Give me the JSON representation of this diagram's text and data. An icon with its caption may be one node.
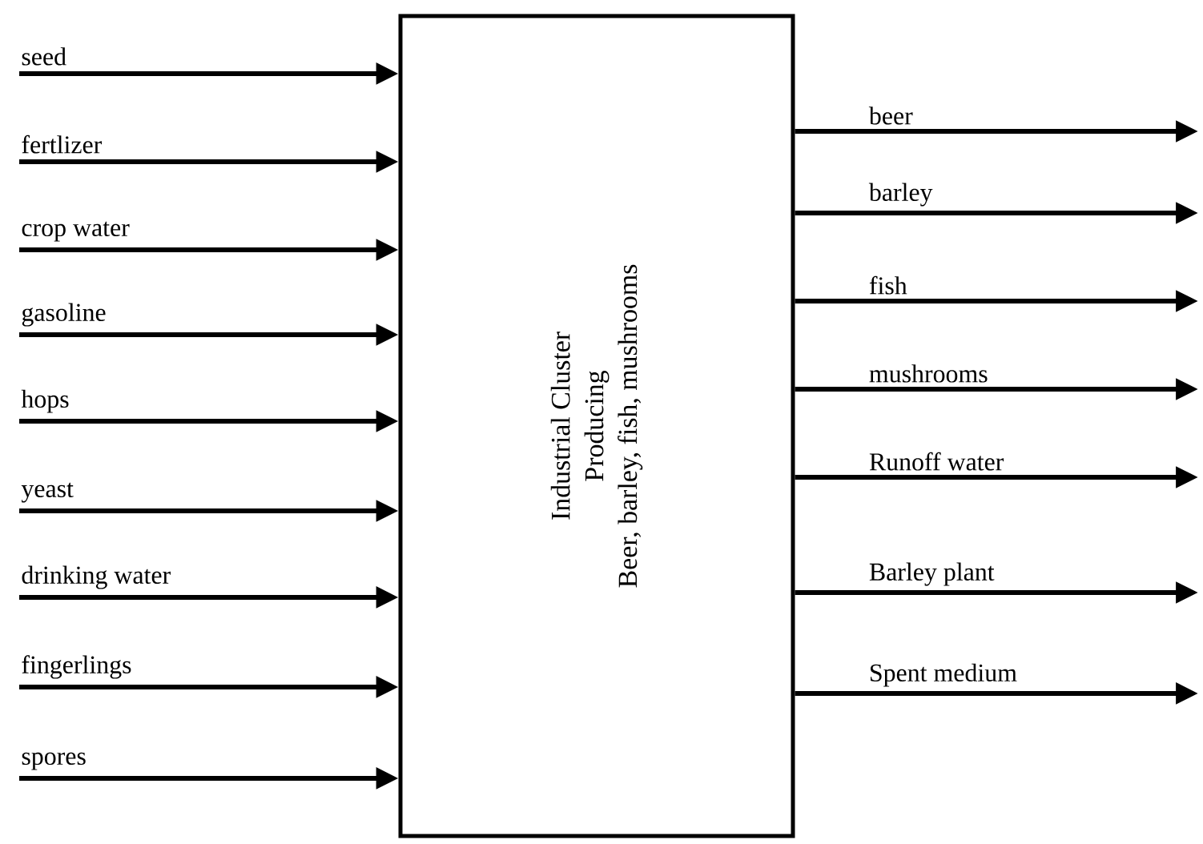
{
  "diagram": {
    "nodes": [
      {
        "text": [
          "Industrial Cluster",
          "Producing",
          "Beer, barley, fish, mushrooms"
        ]
      },
      {
        "text": [
          "seed"
        ]
      },
      {
        "text": [
          "fertlizer"
        ]
      },
      {
        "text": [
          "crop water"
        ]
      },
      {
        "text": [
          "gasoline"
        ]
      },
      {
        "text": [
          "hops"
        ]
      },
      {
        "text": [
          "yeast"
        ]
      },
      {
        "text": [
          "drinking water"
        ]
      },
      {
        "text": [
          "fingerlings"
        ]
      },
      {
        "text": [
          "spores"
        ]
      }
    ],
    "edges": [
      {
        "from": 1,
        "to": 0,
        "arrow": "to"
      },
      {
        "from": 2,
        "to": 0,
        "arrow": "to"
      },
      {
        "from": 3,
        "to": 0,
        "arrow": "to"
      },
      {
        "from": 4,
        "to": 0,
        "arrow": "to"
      },
      {
        "from": 5,
        "to": 0,
        "arrow": "to"
      },
      {
        "from": 6,
        "to": 0,
        "arrow": "to"
      },
      {
        "from": 7,
        "to": 0,
        "arrow": "to"
      },
      {
        "from": 8,
        "to": 0,
        "arrow": "to"
      },
      {
        "from": 9,
        "to": 0,
        "arrow": "to"
      },
      {
        "from": 0,
        "to": null,
        "arrow": "to",
        "label": "beer"
      },
      {
        "from": 0,
        "to": null,
        "arrow": "to",
        "label": "barley"
      },
      {
        "from": 0,
        "to": null,
        "arrow": "to",
        "label": "fish"
      },
      {
        "from": 0,
        "to": null,
        "arrow": "to",
        "label": "mushrooms"
      },
      {
        "from": 0,
        "to": null,
        "arrow": "to",
        "label": "Runoff water"
      },
      {
        "from": 0,
        "to": null,
        "arrow": "to",
        "label": "Barley plant"
      },
      {
        "from": 0,
        "to": null,
        "arrow": "to",
        "label": "Spent medium"
      }
    ]
  }
}
